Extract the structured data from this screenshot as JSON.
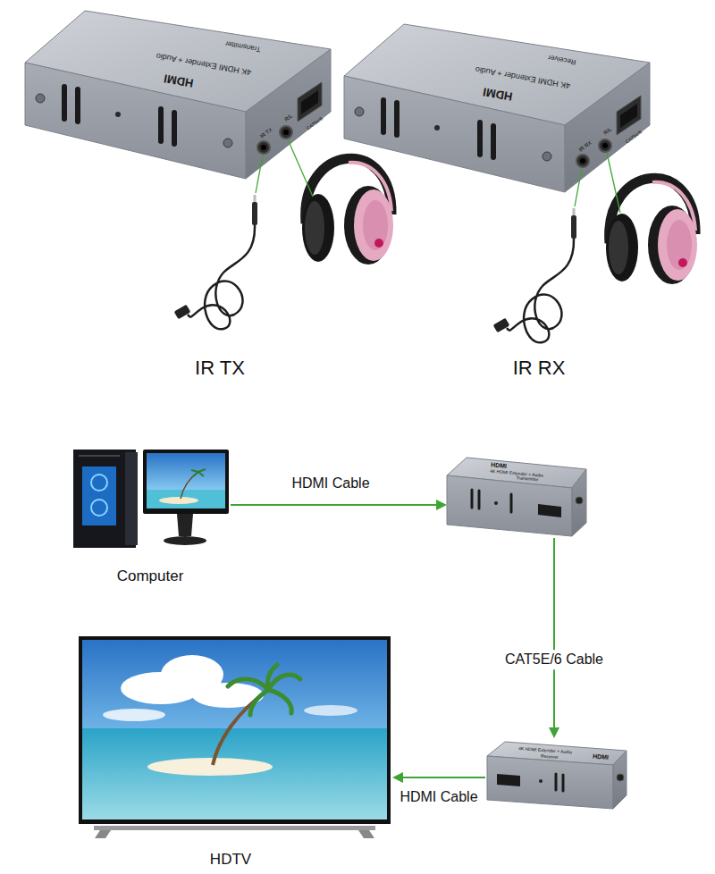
{
  "diagram": {
    "nodes": [
      {
        "text": [
          "HDMI",
          "4K HDMI Extender + Audio",
          "Transmitter",
          "IR TX",
          "R/L",
          "CAT5e/6"
        ]
      },
      {
        "text": [
          "HDMI",
          "4K HDMI Extender + Audio",
          "Receiver",
          "IR RX",
          "R/L",
          "CAT5e/6"
        ]
      },
      {
        "text": [
          "Computer"
        ]
      },
      {
        "text": [
          "HDMI",
          "4K HDMI Extender + Audio",
          "Transmitter"
        ]
      },
      {
        "text": [
          "HDMI",
          "4K HDMI Extender + Audio",
          "Receiver"
        ]
      },
      {
        "text": [
          "HDTV"
        ]
      }
    ],
    "edges": [
      {
        "from": 2,
        "to": 3,
        "arrow": "to",
        "label": "HDMI Cable"
      },
      {
        "from": 3,
        "to": 4,
        "arrow": "to",
        "label": "CAT5E/6 Cable"
      },
      {
        "from": 4,
        "to": 5,
        "arrow": "to",
        "label": "HDMI Cable"
      }
    ],
    "labels": [
      "IR TX",
      "IR RX"
    ]
  }
}
